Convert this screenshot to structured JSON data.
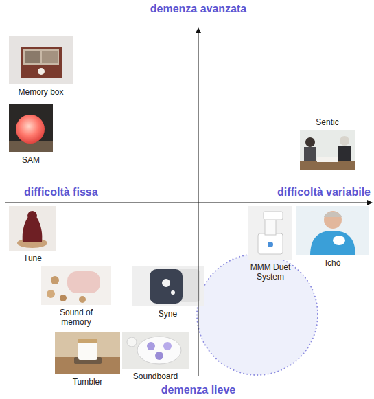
{
  "diagram": {
    "nodes": [
      {
        "text": [
          "Memory box"
        ]
      },
      {
        "text": [
          "SAM"
        ]
      },
      {
        "text": [
          "Sentic"
        ]
      },
      {
        "text": [
          "Tune"
        ]
      },
      {
        "text": [
          "MMM Duet System"
        ]
      },
      {
        "text": [
          "Ichò"
        ]
      },
      {
        "text": [
          "Sound of memory"
        ]
      },
      {
        "text": [
          "Syne"
        ]
      },
      {
        "text": [
          "Tumbler"
        ]
      },
      {
        "text": [
          "Soundboard"
        ]
      }
    ],
    "labels": [
      "demenza avanzata",
      "difficoltà fissa",
      "difficoltà variabile",
      "demenza lieve"
    ]
  }
}
